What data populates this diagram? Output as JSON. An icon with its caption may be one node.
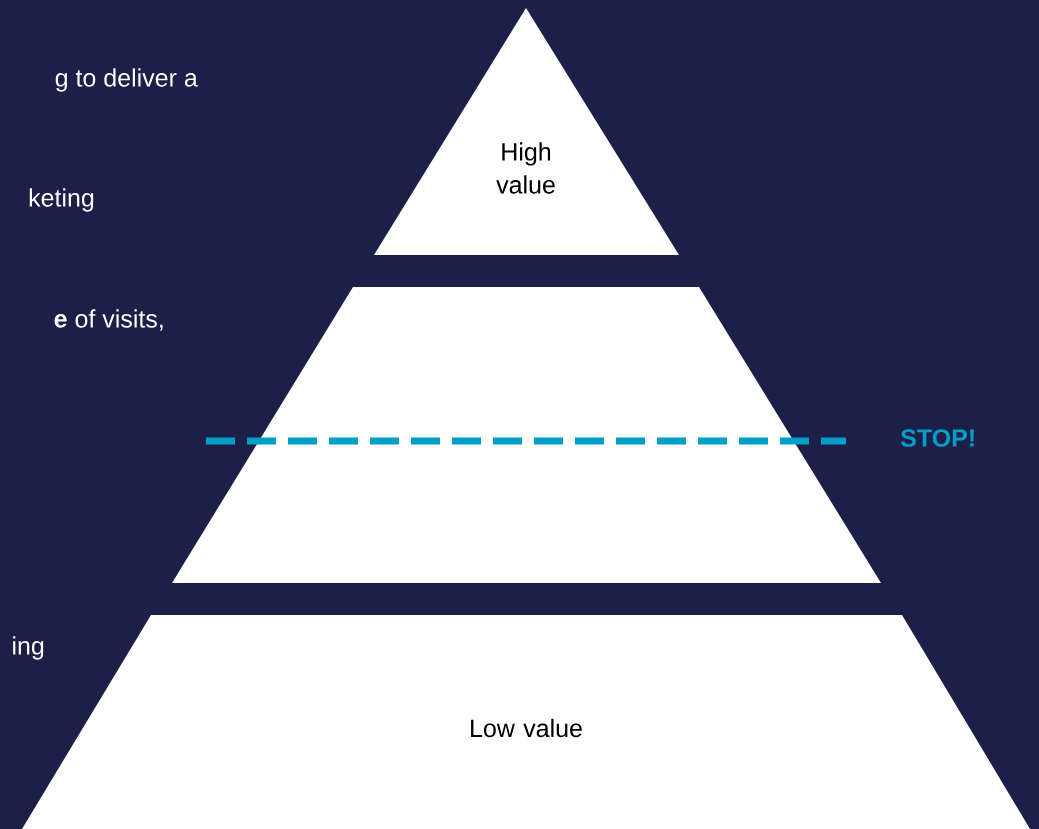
{
  "diagram": {
    "nodes": [
      {
        "text": [
          "High value"
        ]
      },
      {
        "text": [],
        "shape": "trapezoid"
      },
      {
        "text": [
          "Low value"
        ]
      }
    ],
    "labels": [
      "g to deliver a",
      "keting",
      "**e** of visits,",
      "ing",
      "STOP!"
    ]
  }
}
